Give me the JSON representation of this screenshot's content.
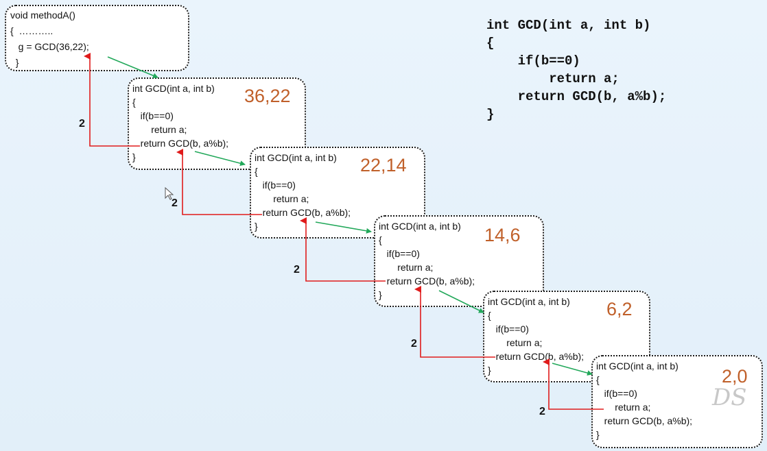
{
  "caller": {
    "lines": [
      "void methodA()",
      "{  ………..",
      "   g = GCD(36,22);",
      "  }"
    ]
  },
  "frame_lines": [
    "int GCD(int a, int b)",
    "{",
    "   if(b==0)",
    "       return a;",
    "   return GCD(b, a%b);",
    "}"
  ],
  "frames": [
    {
      "args": "36,22"
    },
    {
      "args": "22,14"
    },
    {
      "args": "14,6"
    },
    {
      "args": "6,2"
    },
    {
      "args": "2,0"
    }
  ],
  "code": {
    "lines": [
      "int GCD(int a, int b)",
      "{",
      "    if(b==0)",
      "        return a;",
      "    return GCD(b, a%b);",
      "}"
    ]
  },
  "return_labels": [
    "2",
    "2",
    "2",
    "2",
    "2"
  ],
  "watermark": "DS",
  "colors": {
    "args": "#c0602a",
    "call_arrow": "#22a85a",
    "return_arrow": "#e01b1b"
  }
}
